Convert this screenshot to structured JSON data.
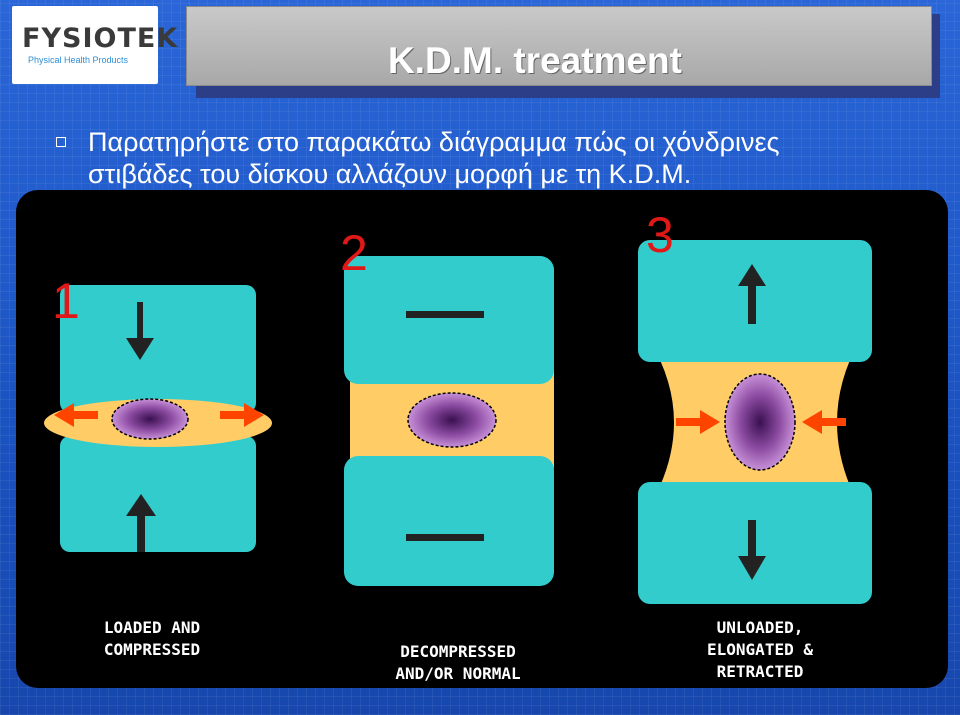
{
  "logo": {
    "text_main": "FYSIOTEK",
    "text_sub": "Physical Health Products"
  },
  "slide": {
    "title": "K.D.M. treatment",
    "bullet": "Παρατηρήστε στο παρακάτω διάγραμμα πώς οι χόνδρινες στιβάδες του δίσκου αλλάζουν μορφή με τη K.D.M."
  },
  "diagram": {
    "stages": [
      {
        "number": "1",
        "caption": "LOADED AND\nCOMPRESSED"
      },
      {
        "number": "2",
        "caption": "DECOMPRESSED\nAND/OR NORMAL"
      },
      {
        "number": "3",
        "caption": "UNLOADED,\nELONGATED &\nRETRACTED"
      }
    ],
    "colors": {
      "vertebra": "#33cccc",
      "disc": "#ffcc66",
      "nucleus": "#a060b0",
      "arrow": "#ff4400",
      "number": "#e01818",
      "background": "#000000"
    }
  }
}
